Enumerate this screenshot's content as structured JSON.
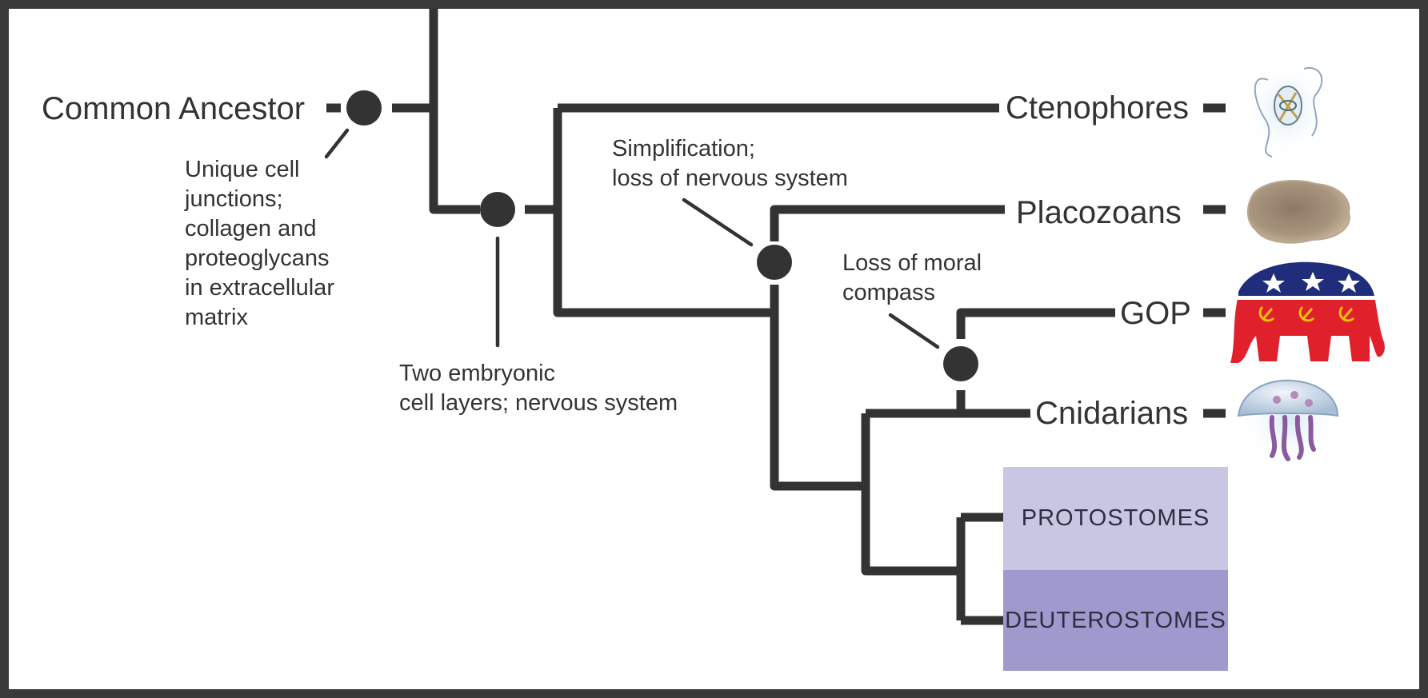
{
  "diagram": {
    "root_label": "Common Ancestor",
    "taxa": {
      "ctenophores": "Ctenophores",
      "placozoans": "Placozoans",
      "gop": "GOP",
      "cnidarians": "Cnidarians",
      "protostomes": "PROTOSTOMES",
      "deuterostomes": "DEUTEROSTOMES"
    },
    "annotations": {
      "node1": [
        "Unique cell",
        "junctions;",
        "collagen and",
        "proteoglycans",
        "in extracellular",
        "matrix"
      ],
      "node2": [
        "Two embryonic",
        "cell layers; nervous system"
      ],
      "node3": [
        "Simplification;",
        "loss of nervous system"
      ],
      "node4": [
        "Loss of moral",
        "compass"
      ]
    },
    "colors": {
      "line": "#333333",
      "protostomes_box": "#c8c6e3",
      "deuterostomes_box": "#9e9ace",
      "frame": "#3a3a3a"
    },
    "icons": {
      "ctenophores": "comb-jelly-icon",
      "placozoans": "placozoan-icon",
      "gop": "elephant-hammer-sickle-icon",
      "cnidarians": "jellyfish-icon"
    }
  }
}
